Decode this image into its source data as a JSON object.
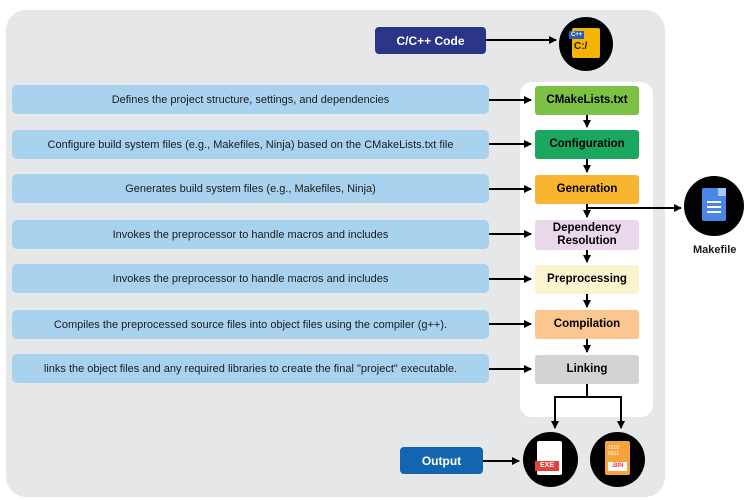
{
  "source": {
    "label": "C/C++ Code",
    "icon_text": "C++",
    "icon_glyph": "C:/"
  },
  "steps": [
    {
      "label": "CMakeLists.txt",
      "description": "Defines the project structure, settings, and dependencies",
      "color": "#7cc143",
      "text_color": "#1b1b1b"
    },
    {
      "label": "Configuration",
      "description": "Configure build system files (e.g., Makefiles, Ninja) based on the CMakeLists.txt file",
      "color": "#1aa760",
      "text_color": "#1b1b1b"
    },
    {
      "label": "Generation",
      "description": "Generates build system files (e.g., Makefiles, Ninja)",
      "color": "#f8b52f",
      "text_color": "#1b1b1b"
    },
    {
      "label": "Dependency Resolution",
      "description": "Invokes the preprocessor to handle macros and includes",
      "color": "#ead8ea",
      "text_color": "#1b1b1b"
    },
    {
      "label": "Preprocessing",
      "description": "Invokes the preprocessor to handle macros and includes",
      "color": "#fbf4cf",
      "text_color": "#1b1b1b"
    },
    {
      "label": "Compilation",
      "description": "Compiles the preprocessed source files into object files using the compiler (g++).",
      "color": "#fbc690",
      "text_color": "#1b1b1b"
    },
    {
      "label": "Linking",
      "description": "links the object files and any required libraries to create the final \"project\" executable.",
      "color": "#d3d3d3",
      "text_color": "#1b1b1b"
    }
  ],
  "makefile": {
    "label": "Makefile"
  },
  "output": {
    "label": "Output",
    "exe_label": "EXE",
    "bin_label": ".BIN",
    "bin_digits": "1010\n0011"
  },
  "colors": {
    "panel": "#e6e7e9",
    "desc": "#a9d2ef",
    "source_pill": "#2c3487",
    "output_pill": "#1465b0",
    "file_blue": "#4a86e8"
  }
}
